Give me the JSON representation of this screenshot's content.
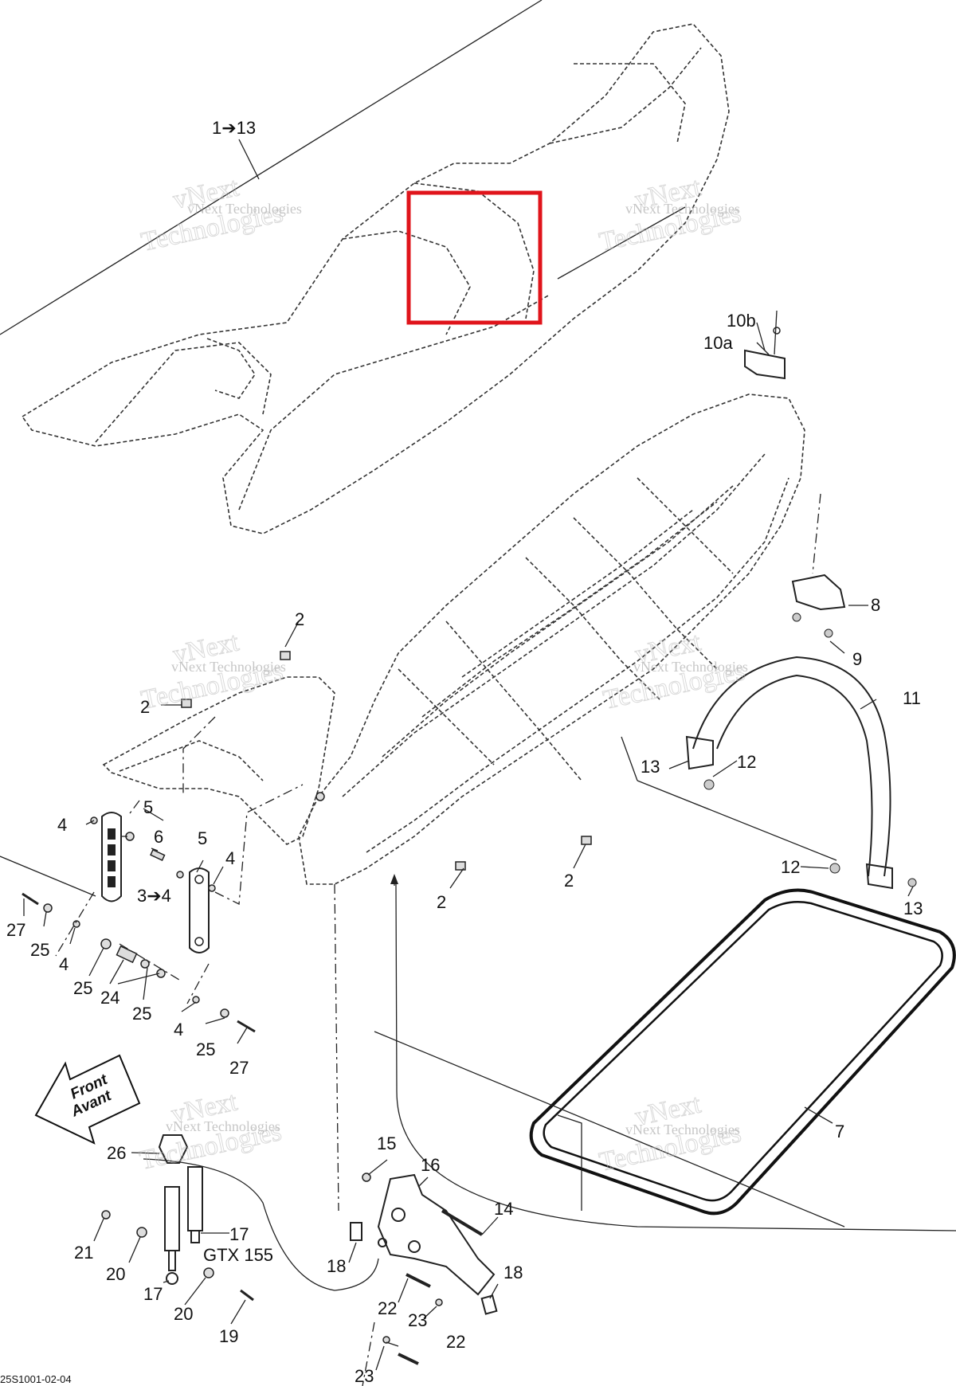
{
  "diagram": {
    "callouts": {
      "c1_13": "1➔13",
      "c2a": "2",
      "c2b": "2",
      "c2c": "2",
      "c2d": "2",
      "c3_4": "3➔4",
      "c4a": "4",
      "c4b": "4",
      "c4c": "4",
      "c4d": "4",
      "c5a": "5",
      "c5b": "5",
      "c6": "6",
      "c7": "7",
      "c8": "8",
      "c9": "9",
      "c10a": "10a",
      "c10b": "10b",
      "c11": "11",
      "c12a": "12",
      "c12b": "12",
      "c13a": "13",
      "c13b": "13",
      "c14": "14",
      "c15": "15",
      "c16": "16",
      "c17a": "17",
      "c17b": "17",
      "gtx": "GTX 155",
      "c18a": "18",
      "c18b": "18",
      "c19": "19",
      "c20a": "20",
      "c20b": "20",
      "c21": "21",
      "c22a": "22",
      "c22b": "22",
      "c23a": "23",
      "c23b": "23",
      "c24": "24",
      "c25a": "25",
      "c25b": "25",
      "c25c": "25",
      "c25d": "25",
      "c26": "26",
      "c27a": "27",
      "c27b": "27"
    },
    "front_arrow": {
      "line1": "Front",
      "line2": "Avant"
    },
    "watermark": {
      "small": "vNext Technologies",
      "big": "Technologies",
      "top": "vNext"
    },
    "figure_code": "25S1001-02-04",
    "highlight_color": "#e0141b"
  }
}
